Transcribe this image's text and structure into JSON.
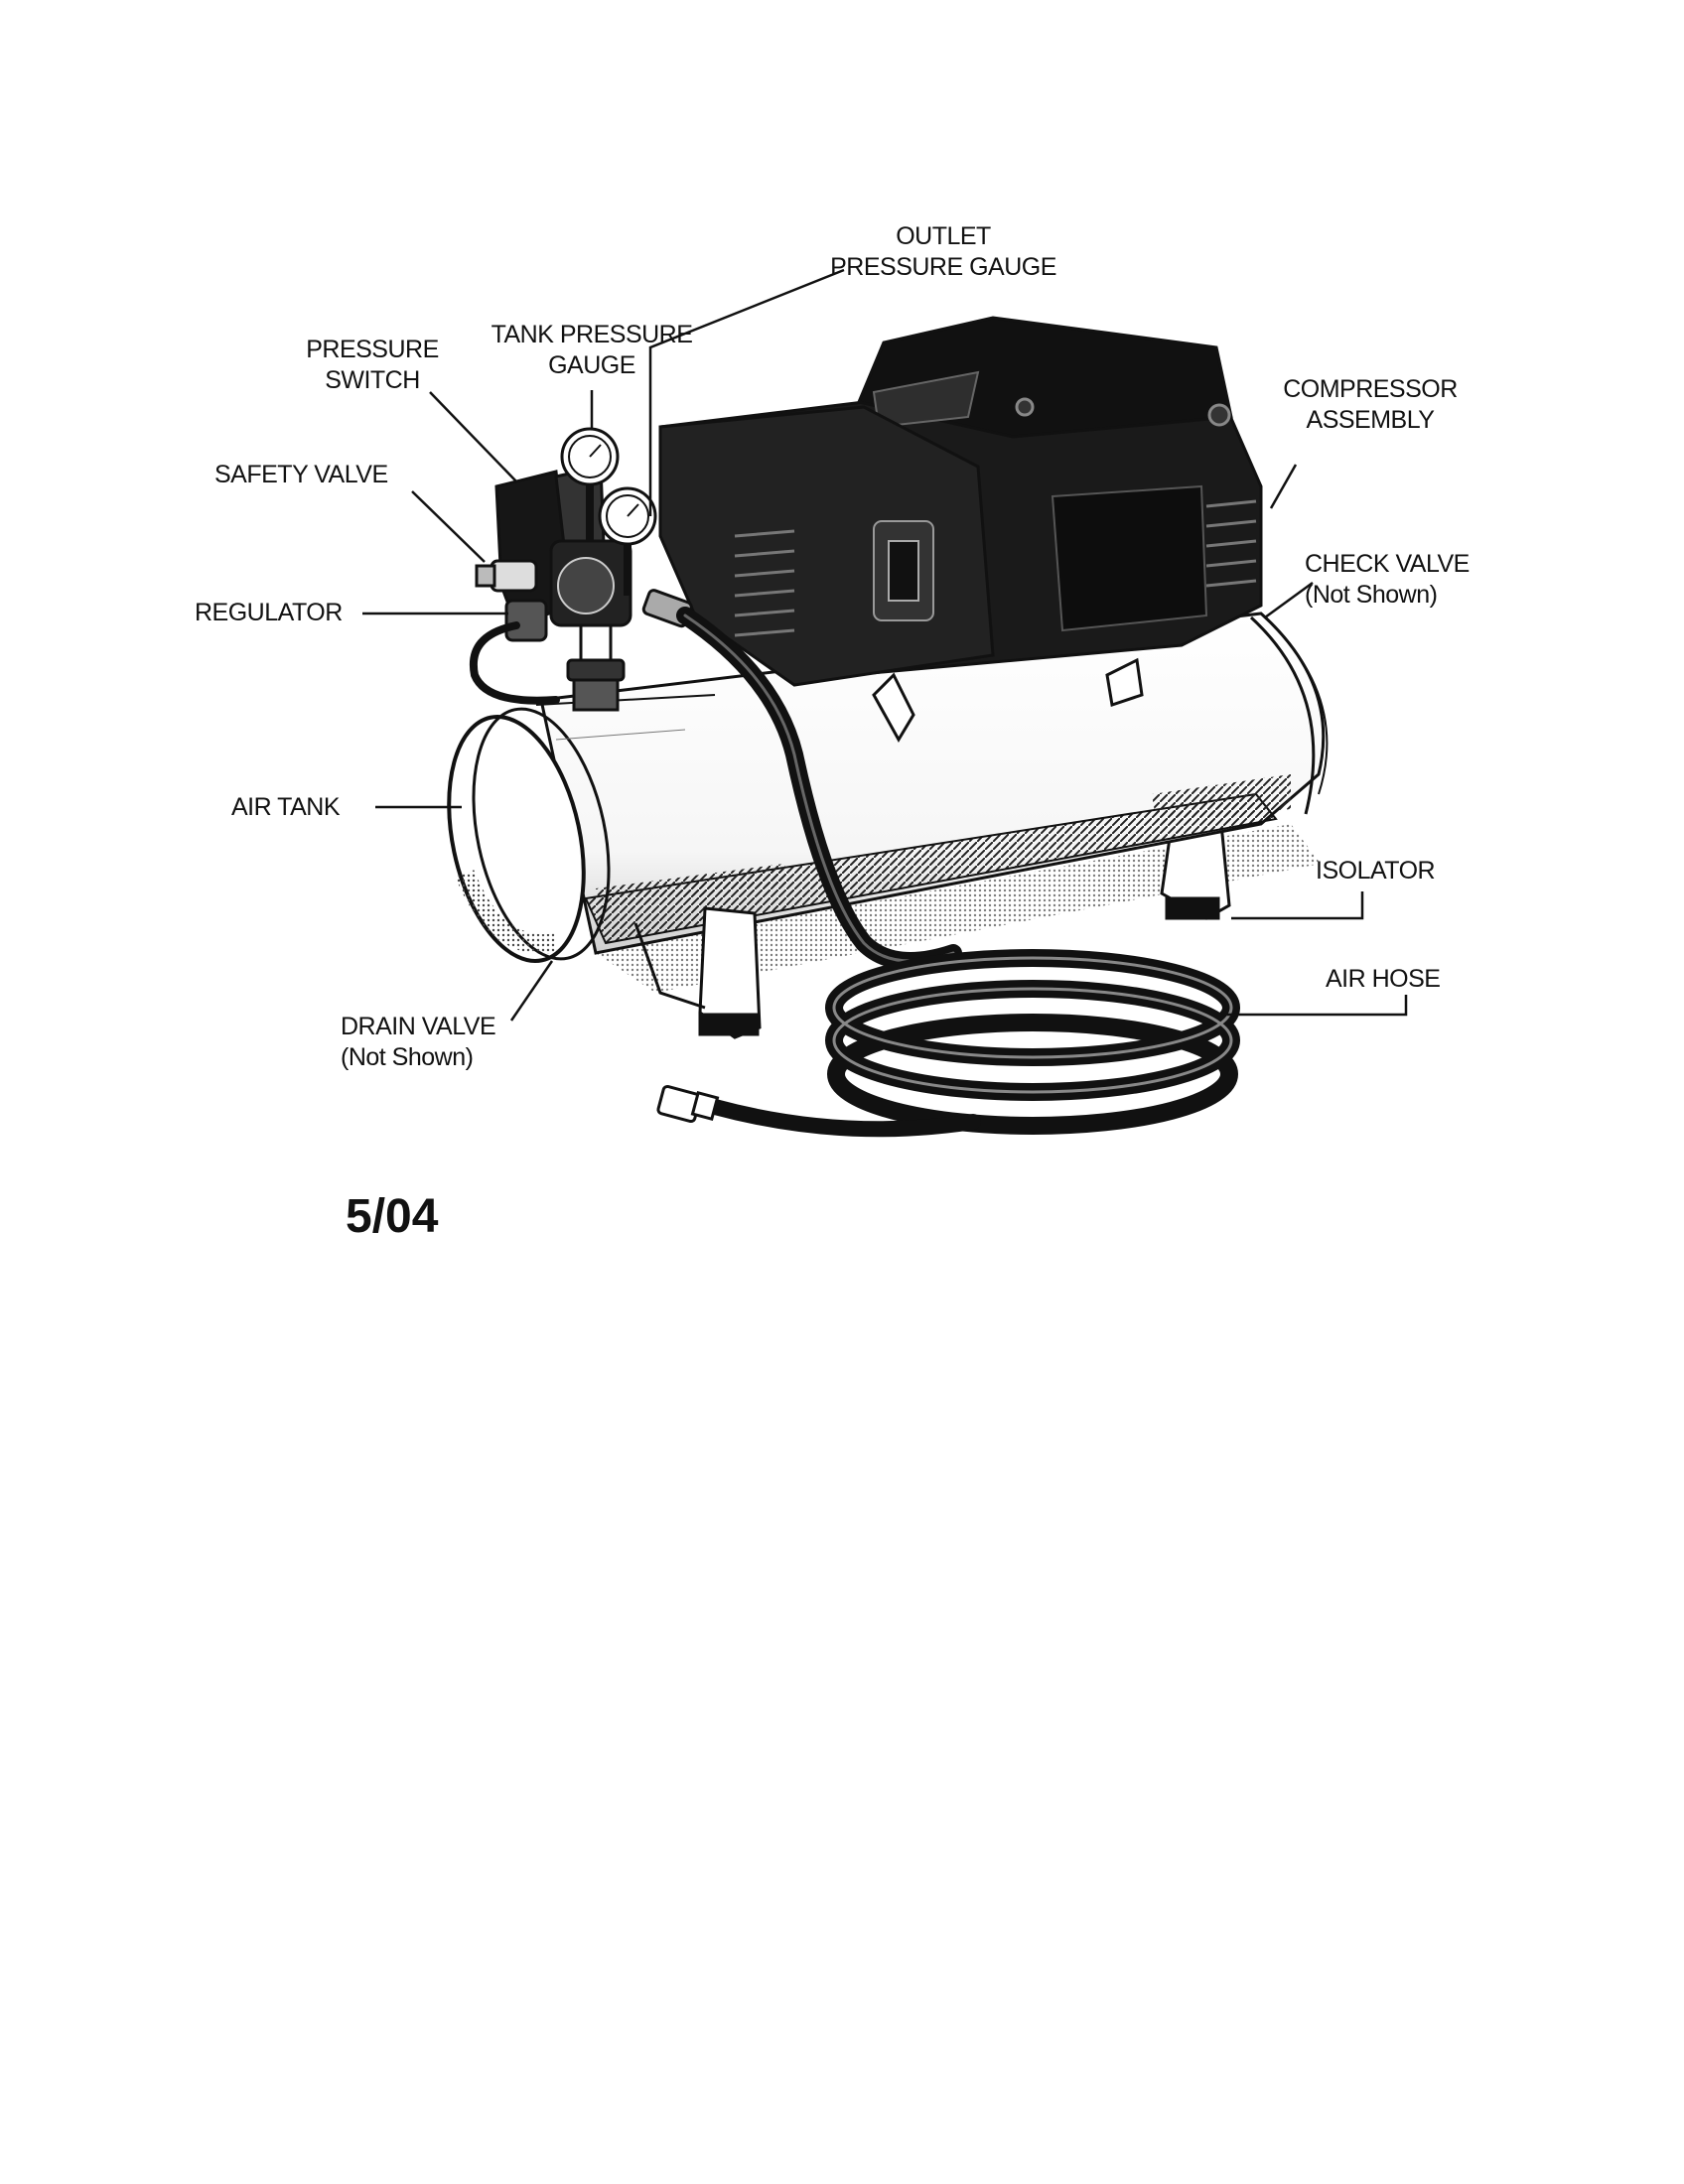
{
  "labels": {
    "outlet_gauge": [
      "OUTLET",
      "PRESSURE GAUGE"
    ],
    "tank_gauge": [
      "TANK PRESSURE",
      "GAUGE"
    ],
    "pressure_switch": [
      "PRESSURE",
      "SWITCH"
    ],
    "compressor": [
      "COMPRESSOR",
      "ASSEMBLY"
    ],
    "safety_valve": "SAFETY VALVE",
    "regulator": "REGULATOR",
    "check_valve": [
      "CHECK VALVE",
      "(Not Shown)"
    ],
    "air_tank": "AIR TANK",
    "isolator": "ISOLATOR",
    "air_hose": "AIR HOSE",
    "drain_valve": [
      "DRAIN VALVE",
      "(Not Shown)"
    ]
  },
  "date": "5/04"
}
